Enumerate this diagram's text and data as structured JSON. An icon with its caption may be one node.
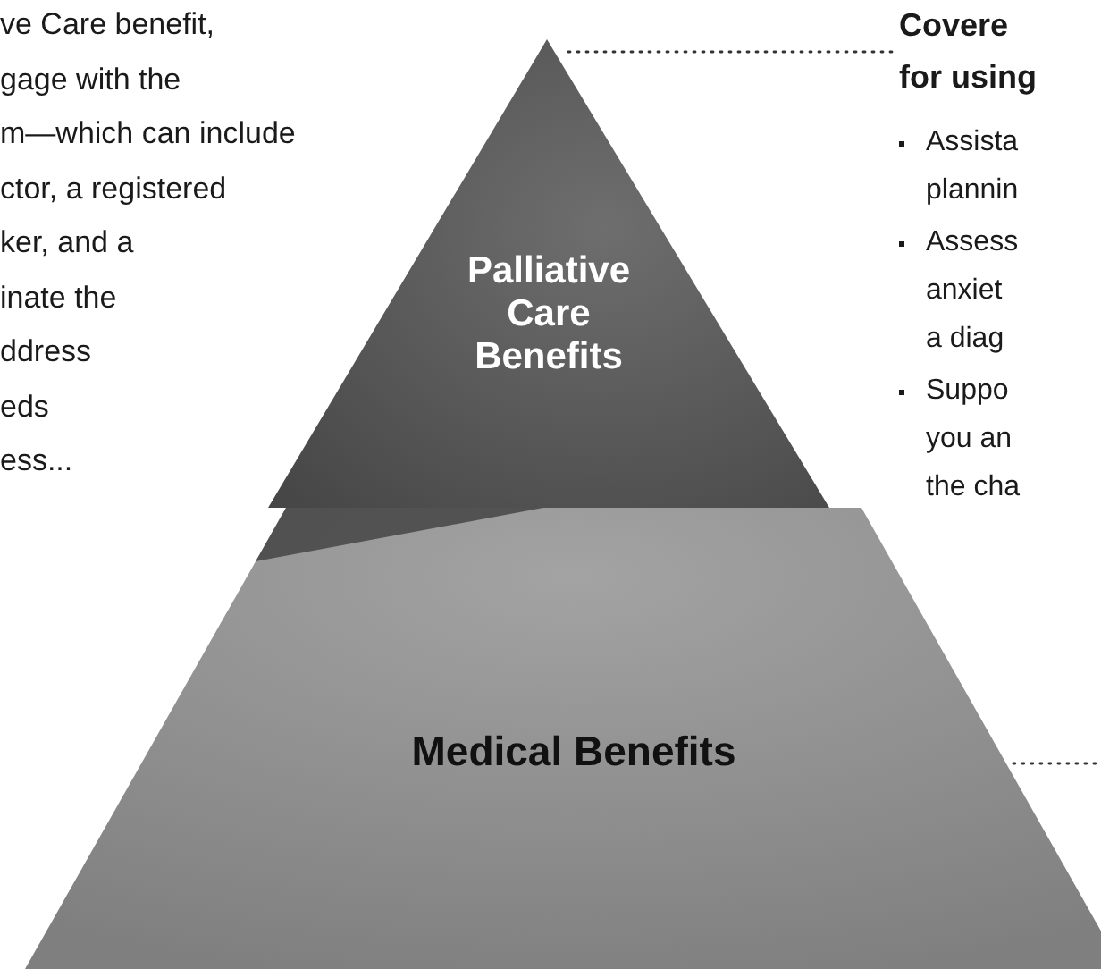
{
  "diagram": {
    "nodes": [
      {
        "text": [
          "Palliative Care Benefits"
        ]
      },
      {
        "text": [
          "Medical Benefits"
        ]
      },
      {
        "text": [
          "Covere for using"
        ]
      }
    ],
    "edges": [
      {
        "from": 2,
        "to": 0,
        "arrow": "none",
        "style": "dashed"
      },
      {
        "from": 1,
        "to": null,
        "arrow": "none",
        "style": "dashed"
      }
    ],
    "labels": [
      "ve Care benefit,",
      "gage with the",
      "m—which can include",
      "ctor, a registered",
      "ker, and a",
      "inate the",
      "ddress",
      "eds",
      "ess...",
      "Assista plannin",
      "Assess anxiet a diag",
      "Suppo you an the cha"
    ]
  }
}
